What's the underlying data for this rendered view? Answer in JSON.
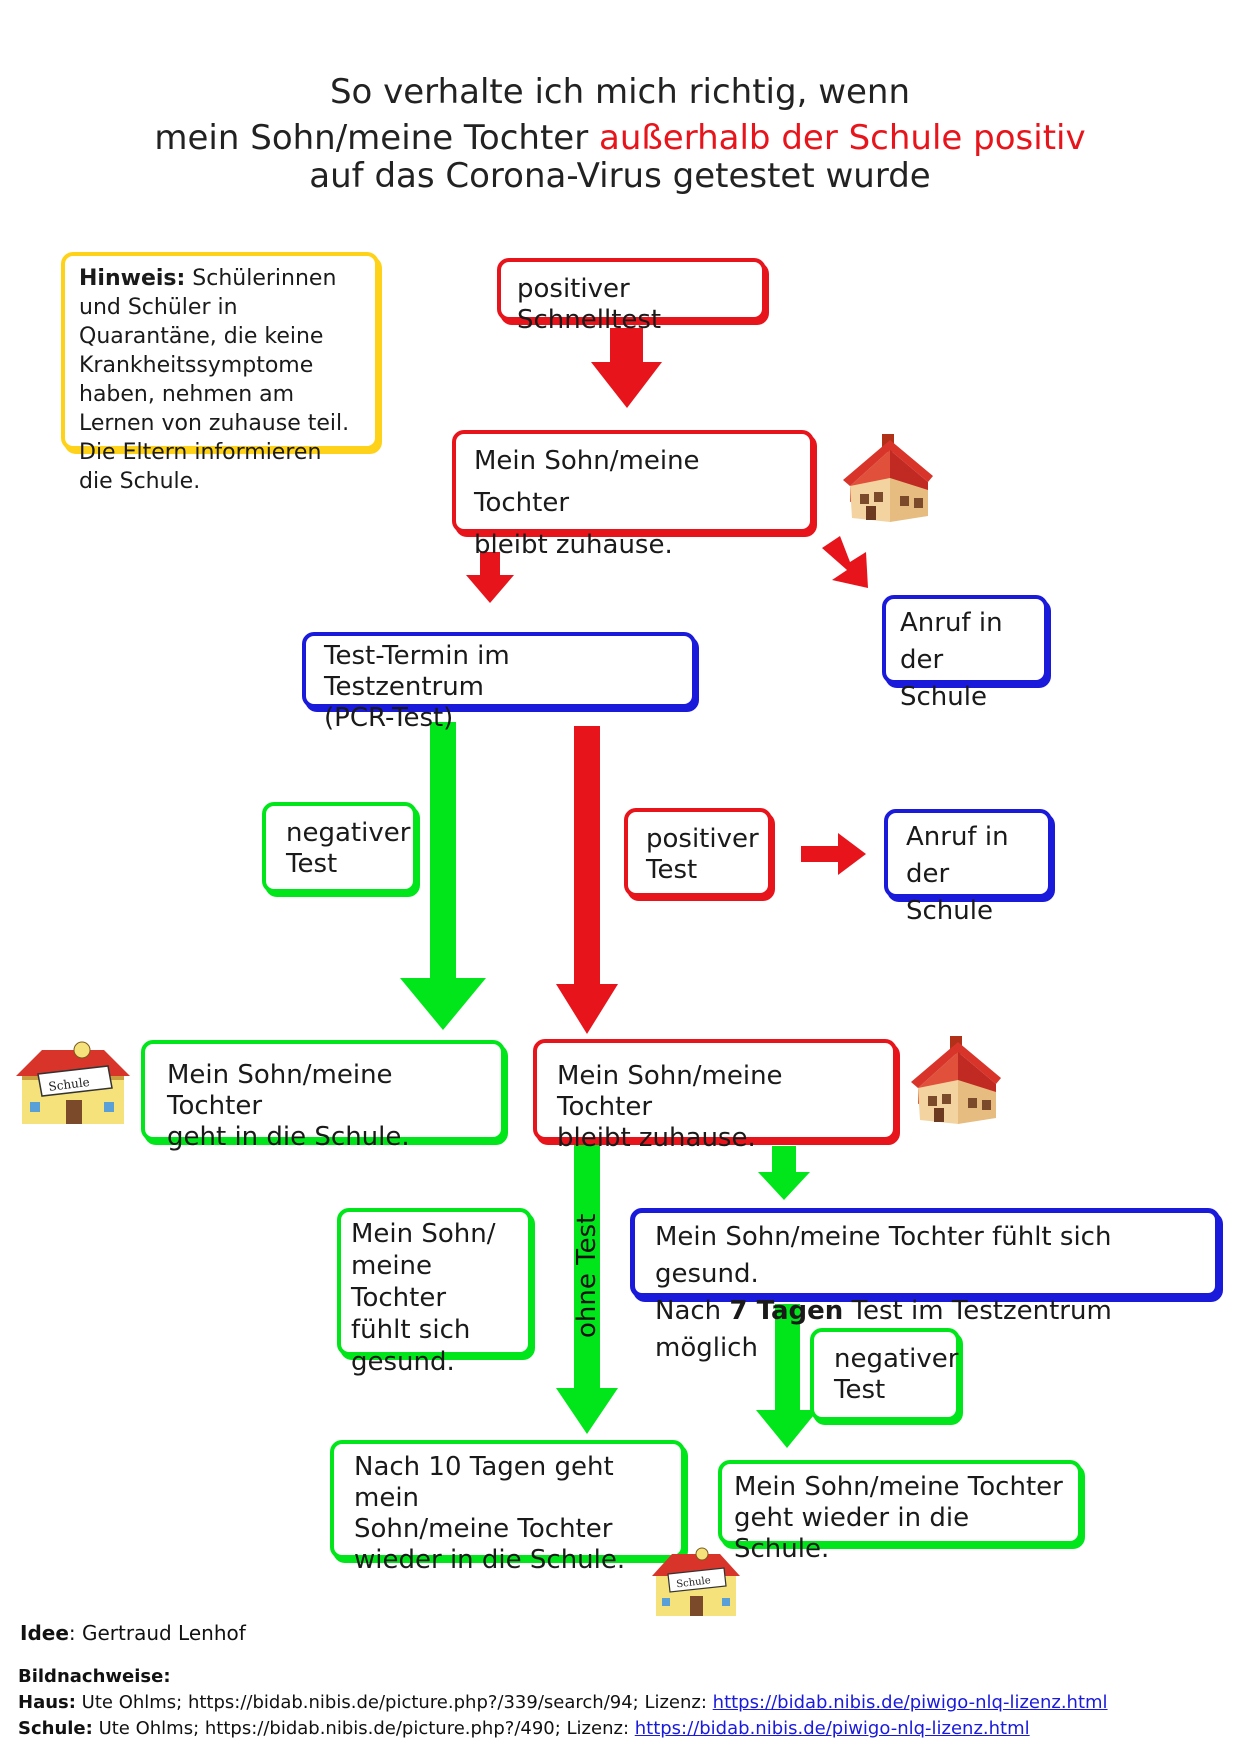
{
  "title": {
    "line1": "So verhalte ich mich richtig, wenn",
    "line2_a": "mein Sohn/meine Tochter ",
    "line2_b": "außerhalb der Schule positiv",
    "line3": "auf das Corona-Virus getestet wurde"
  },
  "note": {
    "bold": "Hinweis:",
    "text": " Schülerinnen und Schüler in Quarantäne, die keine Krankheitssymptome haben, nehmen am Lernen von zuhause teil. Die Eltern informieren die Schule."
  },
  "nodes": {
    "schnelltest": "positiver Schnelltest",
    "zuhause1_l1": "Mein Sohn/meine Tochter",
    "zuhause1_l2": "bleibt zuhause.",
    "anruf1_l1": "Anruf in",
    "anruf1_l2": "der Schule",
    "pcr_l1": "Test-Termin im Testzentrum",
    "pcr_l2": "(PCR-Test)",
    "negativ1_l1": "negativer",
    "negativ1_l2": "Test",
    "positiv_l1": "positiver",
    "positiv_l2": "Test",
    "anruf2_l1": "Anruf in",
    "anruf2_l2": "der Schule",
    "schule1_l1": "Mein Sohn/meine Tochter",
    "schule1_l2": "geht in die Schule.",
    "zuhause2_l1": "Mein Sohn/meine Tochter",
    "zuhause2_l2": "bleibt zuhause.",
    "gesund_l1": "Mein Sohn/",
    "gesund_l2": "meine Tochter",
    "gesund_l3": "fühlt sich",
    "gesund_l4": "gesund.",
    "ohne_test": "ohne Test",
    "sieben_l1": "Mein Sohn/meine Tochter fühlt sich gesund.",
    "sieben_l2a": "Nach ",
    "sieben_l2b": "7 Tagen",
    "sieben_l2c": " Test im Testzentrum möglich",
    "negativ2_l1": "negativer",
    "negativ2_l2": "Test",
    "zehn_l1": "Nach 10 Tagen geht mein",
    "zehn_l2": "Sohn/meine Tochter",
    "zehn_l3": "wieder in die Schule.",
    "wieder_l1": "Mein Sohn/meine Tochter",
    "wieder_l2": "geht wieder in die Schule."
  },
  "images": {
    "school_sign": "Schule"
  },
  "footer": {
    "idee_label": "Idee",
    "idee_text": ": Gertraud Lenhof",
    "bild_label": "Bildnachweise:",
    "haus_label": "Haus:",
    "haus_text": " Ute Ohlms; https://bidab.nibis.de/picture.php?/339/search/94; Lizenz: ",
    "haus_link": "https://bidab.nibis.de/piwigo-nlq-lizenz.html",
    "schule_label": "Schule:",
    "schule_text": " Ute Ohlms; https://bidab.nibis.de/picture.php?/490; Lizenz: ",
    "schule_link": "https://bidab.nibis.de/piwigo-nlq-lizenz.html"
  },
  "colors": {
    "red": "#e8141b",
    "green": "#00e61a",
    "blue": "#1a1adb",
    "yellow": "#ffd21a"
  }
}
